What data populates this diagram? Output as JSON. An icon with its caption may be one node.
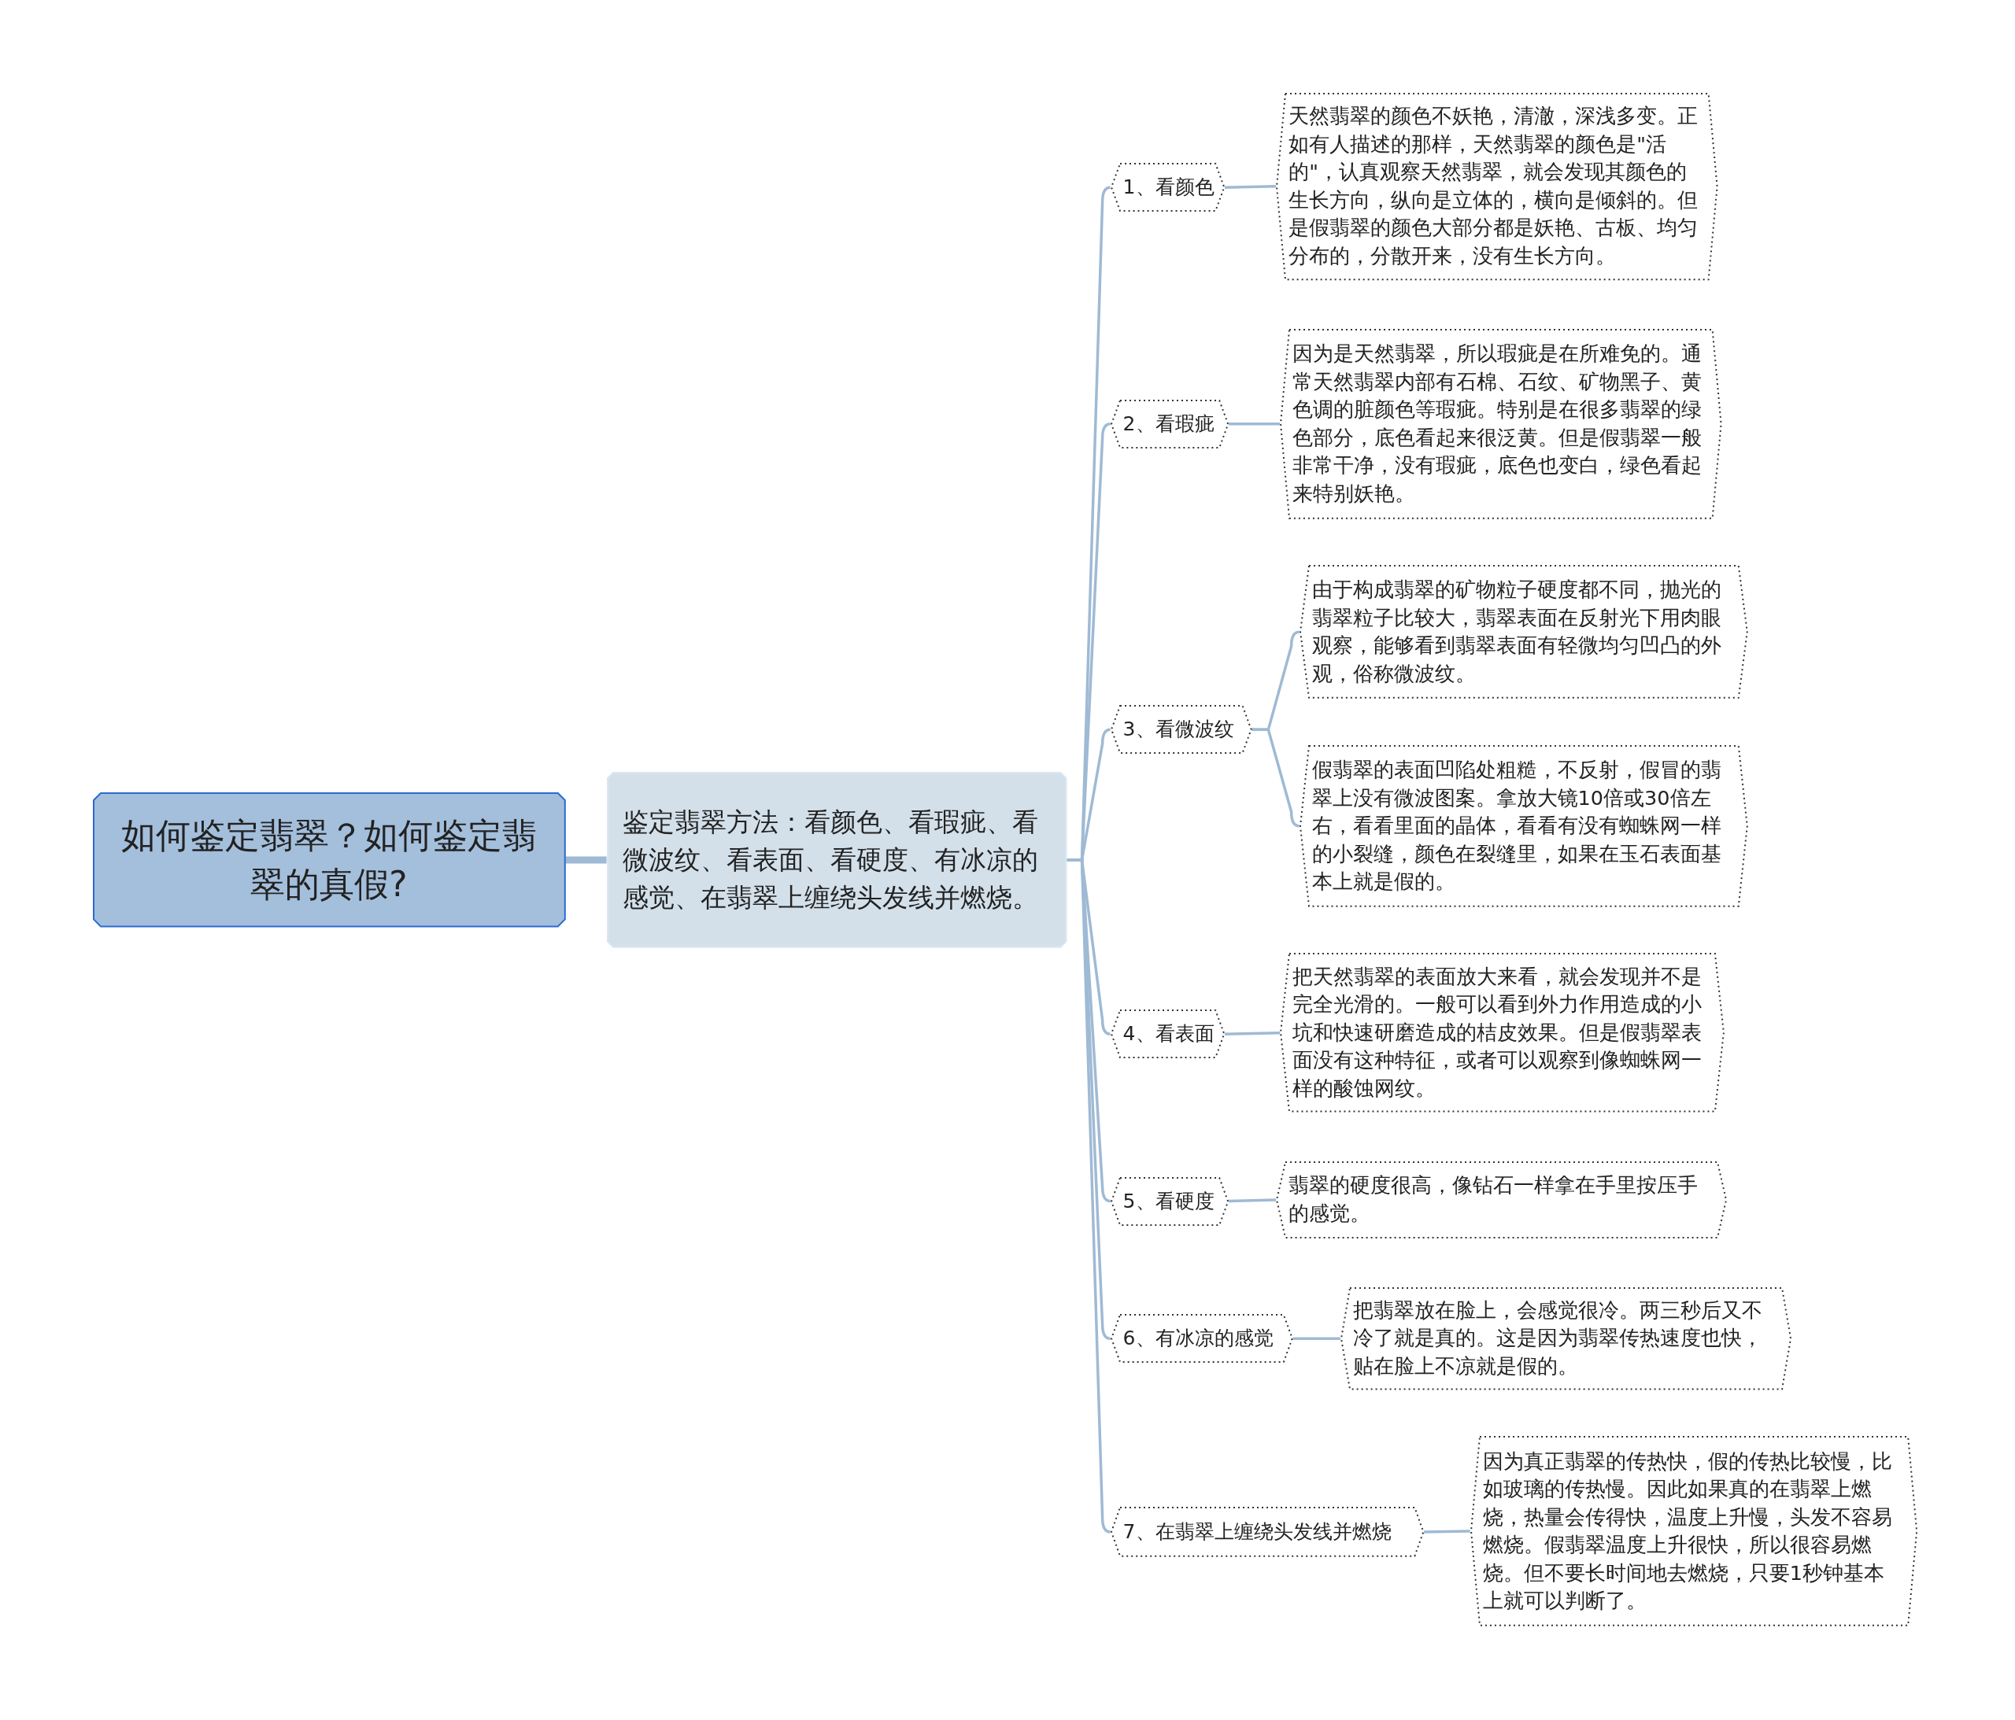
{
  "diagram": {
    "nodes": [
      {
        "text": [
          "如何鉴定翡翠？如何鉴定翡翠的真假?"
        ]
      },
      {
        "text": [
          "鉴定翡翠方法：看颜色、看瑕疵、看微波纹、看表面、看硬度、有冰凉的感觉、在翡翠上缠绕头发线并燃烧。"
        ]
      },
      {
        "text": [
          "1、看颜色"
        ]
      },
      {
        "text": [
          "天然翡翠的颜色不妖艳，清澈，深浅多变。正如有人描述的那样，天然翡翠的颜色是\"活的\"，认真观察天然翡翠，就会发现其颜色的生长方向，纵向是立体的，横向是倾斜的。但是假翡翠的颜色大部分都是妖艳、古板、均匀分布的，分散开来，没有生长方向。"
        ]
      },
      {
        "text": [
          "2、看瑕疵"
        ]
      },
      {
        "text": [
          "因为是天然翡翠，所以瑕疵是在所难免的。通常天然翡翠内部有石棉、石纹、矿物黑子、黄色调的脏颜色等瑕疵。特别是在很多翡翠的绿色部分，底色看起来很泛黄。但是假翡翠一般非常干净，没有瑕疵，底色也变白，绿色看起来特别妖艳。"
        ]
      },
      {
        "text": [
          "3、看微波纹"
        ]
      },
      {
        "text": [
          "由于构成翡翠的矿物粒子硬度都不同，抛光的翡翠粒子比较大，翡翠表面在反射光下用肉眼观察，能够看到翡翠表面有轻微均匀凹凸的外观，俗称微波纹。"
        ]
      },
      {
        "text": [
          "假翡翠的表面凹陷处粗糙，不反射，假冒的翡翠上没有微波图案。拿放大镜10倍或30倍左右，看看里面的晶体，看看有没有蜘蛛网一样的小裂缝，颜色在裂缝里，如果在玉石表面基本上就是假的。"
        ]
      },
      {
        "text": [
          "4、看表面"
        ]
      },
      {
        "text": [
          "把天然翡翠的表面放大来看，就会发现并不是完全光滑的。一般可以看到外力作用造成的小坑和快速研磨造成的桔皮效果。但是假翡翠表面没有这种特征，或者可以观察到像蜘蛛网一样的酸蚀网纹。"
        ]
      },
      {
        "text": [
          "5、看硬度"
        ]
      },
      {
        "text": [
          "翡翠的硬度很高，像钻石一样拿在手里按压手的感觉。"
        ]
      },
      {
        "text": [
          "6、有冰凉的感觉"
        ]
      },
      {
        "text": [
          "把翡翠放在脸上，会感觉很冷。两三秒后又不冷了就是真的。这是因为翡翠传热速度也快，贴在脸上不凉就是假的。"
        ]
      },
      {
        "text": [
          "7、在翡翠上缠绕头发线并燃烧"
        ]
      },
      {
        "text": [
          "因为真正翡翠的传热快，假的传热比较慢，比如玻璃的传热慢。因此如果真的在翡翠上燃烧，热量会传得快，温度上升慢，头发不容易燃烧。假翡翠温度上升很快，所以很容易燃烧。但不要长时间地去燃烧，只要1秒钟基本上就可以判断了。"
        ]
      }
    ],
    "edges": [
      {
        "from": 0,
        "to": 1,
        "arrow": "none",
        "style": "thick"
      },
      {
        "from": 1,
        "to": 2,
        "arrow": "none"
      },
      {
        "from": 1,
        "to": 4,
        "arrow": "none"
      },
      {
        "from": 1,
        "to": 6,
        "arrow": "none"
      },
      {
        "from": 1,
        "to": 9,
        "arrow": "none"
      },
      {
        "from": 1,
        "to": 11,
        "arrow": "none"
      },
      {
        "from": 1,
        "to": 13,
        "arrow": "none"
      },
      {
        "from": 1,
        "to": 15,
        "arrow": "none"
      },
      {
        "from": 2,
        "to": 3,
        "arrow": "none"
      },
      {
        "from": 4,
        "to": 5,
        "arrow": "none"
      },
      {
        "from": 6,
        "to": 7,
        "arrow": "none"
      },
      {
        "from": 6,
        "to": 8,
        "arrow": "none"
      },
      {
        "from": 9,
        "to": 10,
        "arrow": "none"
      },
      {
        "from": 11,
        "to": 12,
        "arrow": "none"
      },
      {
        "from": 13,
        "to": 14,
        "arrow": "none"
      },
      {
        "from": 15,
        "to": 16,
        "arrow": "none"
      }
    ]
  }
}
